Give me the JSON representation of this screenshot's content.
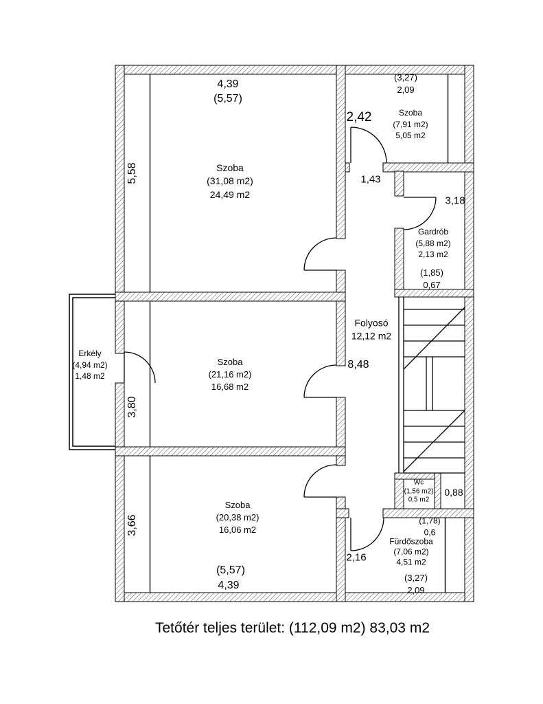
{
  "caption": "Tetőtér teljes terület: (112,09 m2) 83,03 m2",
  "colors": {
    "ink": "#000000",
    "hatch": "#555555"
  },
  "rooms": {
    "szoba_top_left": {
      "name": "Szoba",
      "gross": "(31,08 m2)",
      "net": "24,49 m2"
    },
    "szoba_top_right": {
      "name": "Szoba",
      "gross": "(7,91 m2)",
      "net": "5,05 m2"
    },
    "szoba_middle": {
      "name": "Szoba",
      "gross": "(21,16 m2)",
      "net": "16,68 m2"
    },
    "szoba_bottom": {
      "name": "Szoba",
      "gross": "(20,38 m2)",
      "net": "16,06 m2"
    },
    "gardrob": {
      "name": "Gardrób",
      "gross": "(5,88 m2)",
      "net": "2,13 m2"
    },
    "folyoso": {
      "name": "Folyosó",
      "net": "12,12 m2"
    },
    "erkely": {
      "name": "Erkély",
      "gross": "(4,94 m2)",
      "net": "1,48 m2"
    },
    "wc": {
      "name": "Wc",
      "gross": "(1,56 m2)",
      "net": "0,5 m2"
    },
    "furdoszoba": {
      "name": "Fürdőszoba",
      "gross": "(7,06 m2)",
      "net": "4,51 m2"
    }
  },
  "dims": {
    "top_width_net": "4,39",
    "top_width_gross": "(5,57)",
    "room1_height": "5,58",
    "room2_height": "3,80",
    "room3_height": "3,66",
    "bottom_width_gross": "(5,57)",
    "bottom_width_net": "4,39",
    "tr_width_gross": "(3,27)",
    "tr_width_net": "2,09",
    "tr_door": "2,42",
    "corridor_top": "1,43",
    "gardrob_width": "3,18",
    "gardrob_strip_gross": "(1,85)",
    "gardrob_strip_net": "0,67",
    "corridor_length": "8,48",
    "stair_bottom": "0,88",
    "bath_strip_gross": "(1,78)",
    "bath_strip_net": "0,6",
    "bath_left": "2,16",
    "bath_width_gross": "(3,27)",
    "bath_width_net": "2,09"
  }
}
